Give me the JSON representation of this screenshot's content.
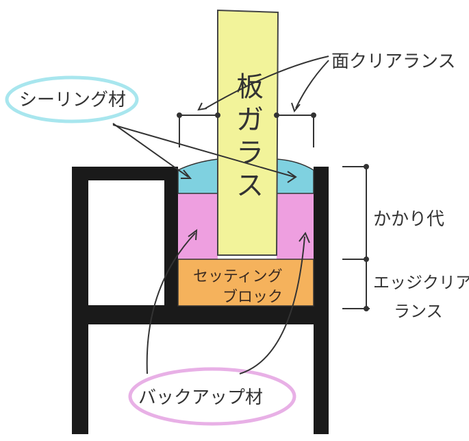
{
  "diagram": {
    "glass_label": [
      "板",
      "ガ",
      "ラ",
      "ス"
    ],
    "face_clearance_label": "面クリアランス",
    "sealing_label": "シーリング材",
    "setting_block_label_line1": "セッティング",
    "setting_block_label_line2": "ブロック",
    "bite_label": "かかり代",
    "edge_clearance_line1": "エッジクリア",
    "edge_clearance_line2": "ランス",
    "backup_label": "バックアップ材"
  },
  "colors": {
    "glass": "#f2f39a",
    "sealant": "#7fd1e0",
    "backup": "#ee9fe0",
    "setting_block": "#f5b25c",
    "frame": "#1a1a1a",
    "sealing_ellipse": "#a8e6ee",
    "backup_ellipse": "#e8b0e6"
  }
}
